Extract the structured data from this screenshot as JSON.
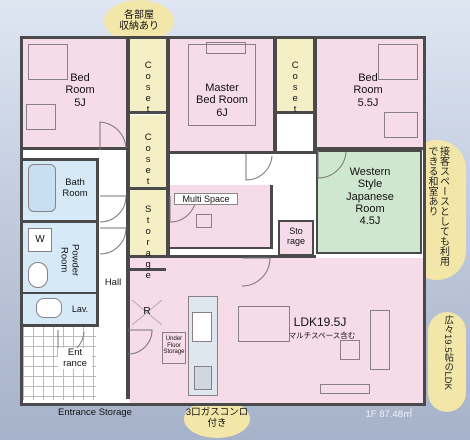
{
  "rooms": {
    "bed_left": {
      "name": "Bed\nRoom",
      "size": "5J"
    },
    "master": {
      "name": "Master\nBed Room",
      "size": "6J"
    },
    "bed_right": {
      "name": "Bed\nRoom",
      "size": "5.5J"
    },
    "western": {
      "name": "Western\nStyle\nJapanese\nRoom",
      "size": "4.5J"
    },
    "bath": "Bath\nRoom",
    "powder": "Powder\nRoom",
    "lav": "Lav.",
    "hall": "Hall",
    "entrance": "Ent\nrance",
    "multi": "Multi Space",
    "ldk": "LDK19.5J",
    "ldk_sub": "マルチスペース含む",
    "under_floor": "Under\nFloor\nStorage",
    "storage_small": "Sto\nrage"
  },
  "closets": [
    "Coset",
    "Coset",
    "Coset"
  ],
  "storage_vertical": "Storage",
  "fixtures": {
    "washer": "W",
    "fridge": "R"
  },
  "callouts": {
    "top": "各部屋\n収納あり",
    "right_top": "接客スペースとしても利用できる和室あり",
    "right_bottom": "広々19.5帖のLDK",
    "bottom_gas": "3口ガスコンロ\n付き",
    "entrance_storage": "Entrance Storage"
  },
  "floor_label": "1F 87.48㎡",
  "colors": {
    "pink": "#f6dbe8",
    "cream": "#f5efc6",
    "tatami": "#cfe6cf",
    "wall": "#4a4a4a",
    "callout": "#f2e6a8"
  }
}
